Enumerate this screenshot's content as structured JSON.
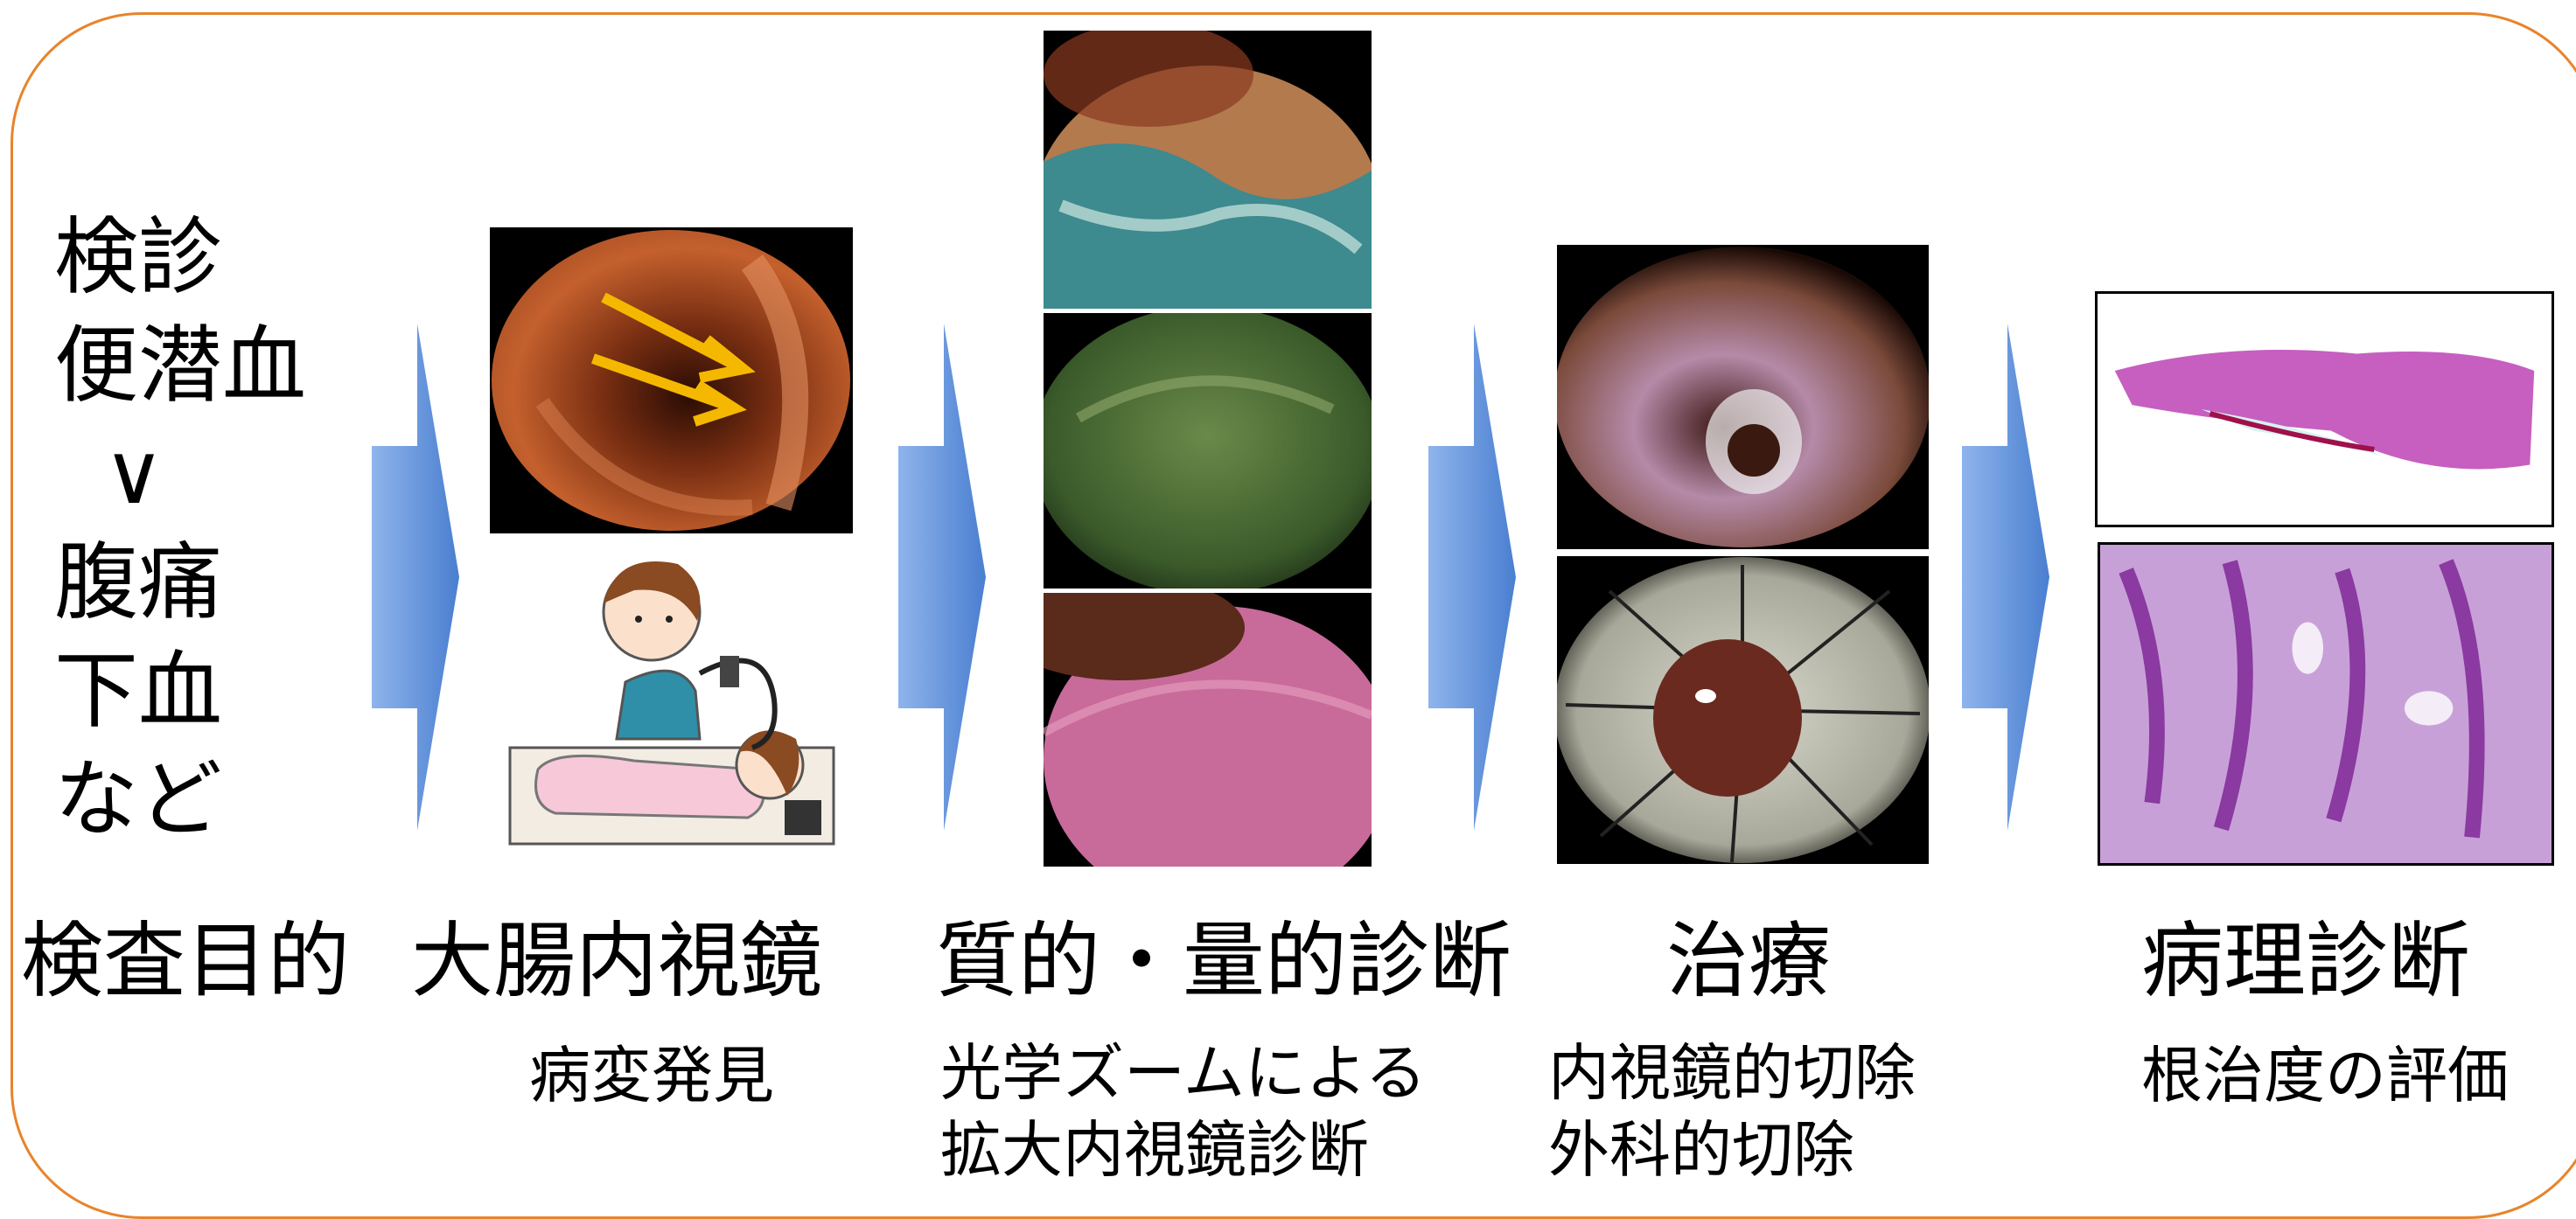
{
  "reasons": {
    "line1": "検診",
    "line2": "便潜血",
    "line3": "∨",
    "line4": "腹痛",
    "line5": "下血",
    "line6": "など"
  },
  "stages": {
    "purpose": {
      "label": "検査目的"
    },
    "endoscopy": {
      "label": "大腸内視鏡",
      "sub1": "病変発見"
    },
    "diagnosis": {
      "label": "質的・量的診断",
      "sub1": "光学ズームによる",
      "sub2": "拡大内視鏡診断"
    },
    "treatment": {
      "label": "治療",
      "sub1": "内視鏡的切除",
      "sub2": "外科的切除"
    },
    "pathology": {
      "label": "病理診断",
      "sub1": "根治度の評価"
    }
  },
  "colors": {
    "frame": "#e8842c",
    "arrow": "#5b8ed8",
    "pointer_arrows": "#f5b800"
  },
  "icons": {
    "flow_arrow": "chevron-arrow-icon",
    "pointer": "yellow-arrow-icon"
  }
}
